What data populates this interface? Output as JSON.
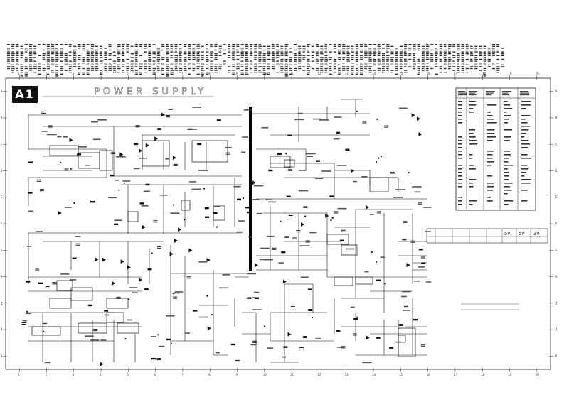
{
  "sheet": {
    "badge": "A1",
    "title": "POWER SUPPLY"
  },
  "border_ticks": {
    "top": [
      "1",
      "2",
      "3",
      "4",
      "5",
      "6",
      "7",
      "8",
      "9",
      "10",
      "11",
      "12",
      "13",
      "14",
      "15",
      "16",
      "17",
      "18",
      "19",
      "20"
    ],
    "bottom": [
      "1",
      "2",
      "3",
      "4",
      "5",
      "6",
      "7",
      "8",
      "9",
      "10",
      "11",
      "12",
      "13",
      "14",
      "15",
      "16",
      "17",
      "18",
      "19",
      "20"
    ],
    "left": [
      "A",
      "B",
      "C",
      "D",
      "E",
      "F",
      "G",
      "H",
      "I",
      "J",
      "K"
    ],
    "right": [
      "A",
      "B",
      "C",
      "D",
      "E",
      "F",
      "G",
      "H",
      "I",
      "J",
      "K"
    ]
  },
  "table_main": {
    "headers": [
      "",
      "NORM",
      "VOLT",
      "VOLT",
      "VOLT"
    ],
    "rows_count_label": ""
  },
  "table_small": {
    "cells": [
      "5V",
      "5V",
      "3V"
    ]
  },
  "colors": {
    "ink": "#111111",
    "paper": "#ffffff",
    "bus": "#000000"
  }
}
